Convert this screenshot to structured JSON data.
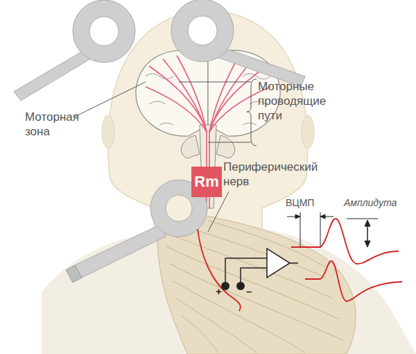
{
  "diagram": {
    "labels": [
      "Моторная зона",
      "Моторные проводящие пути",
      "Периферический нерв",
      "ВЦМП",
      "Амплидута",
      "Rm",
      "+",
      "–"
    ]
  }
}
